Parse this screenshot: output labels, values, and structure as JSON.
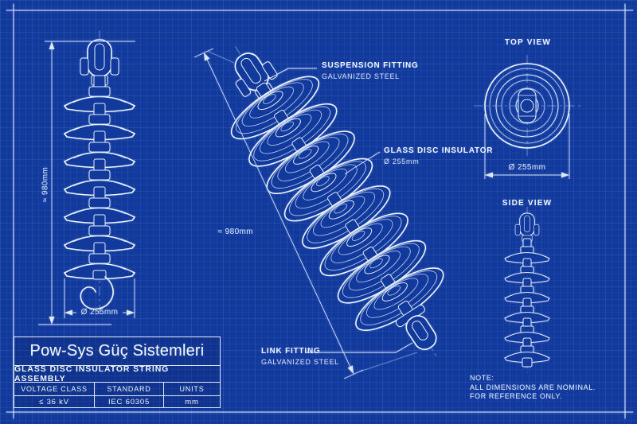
{
  "colors": {
    "background": "#123a9d",
    "line": "#eef4fd",
    "dim_line": "#cfdcf5"
  },
  "front_view": {
    "height_dim": "≈ 980mm",
    "diameter_dim": "Ø 255mm"
  },
  "isometric_view": {
    "length_dim": "≈ 980mm",
    "callouts": {
      "suspension": {
        "title": "SUSPENSION FITTING",
        "subtitle": "GALVANIZED STEEL"
      },
      "disc": {
        "title": "GLASS DISC INSULATOR",
        "subtitle": "Ø 255mm"
      },
      "link": {
        "title": "LINK FITTING",
        "subtitle": "GALVANIZED STEEL"
      }
    }
  },
  "top_view": {
    "title": "TOP VIEW",
    "diameter_dim": "Ø 255mm"
  },
  "side_view": {
    "title": "SIDE VIEW"
  },
  "note": {
    "heading": "NOTE:",
    "line1": "ALL DIMENSIONS ARE NOMINAL.",
    "line2": "FOR REFERENCE ONLY."
  },
  "title_block": {
    "company": "Pow-Sys Güç Sistemleri",
    "drawing_title": "GLASS DISC INSULATOR STRING ASSEMBLY",
    "fields": [
      {
        "label": "VOLTAGE CLASS",
        "value": "≤ 36 kV"
      },
      {
        "label": "STANDARD",
        "value": "IEC 60305"
      },
      {
        "label": "UNITS",
        "value": "mm"
      }
    ]
  }
}
